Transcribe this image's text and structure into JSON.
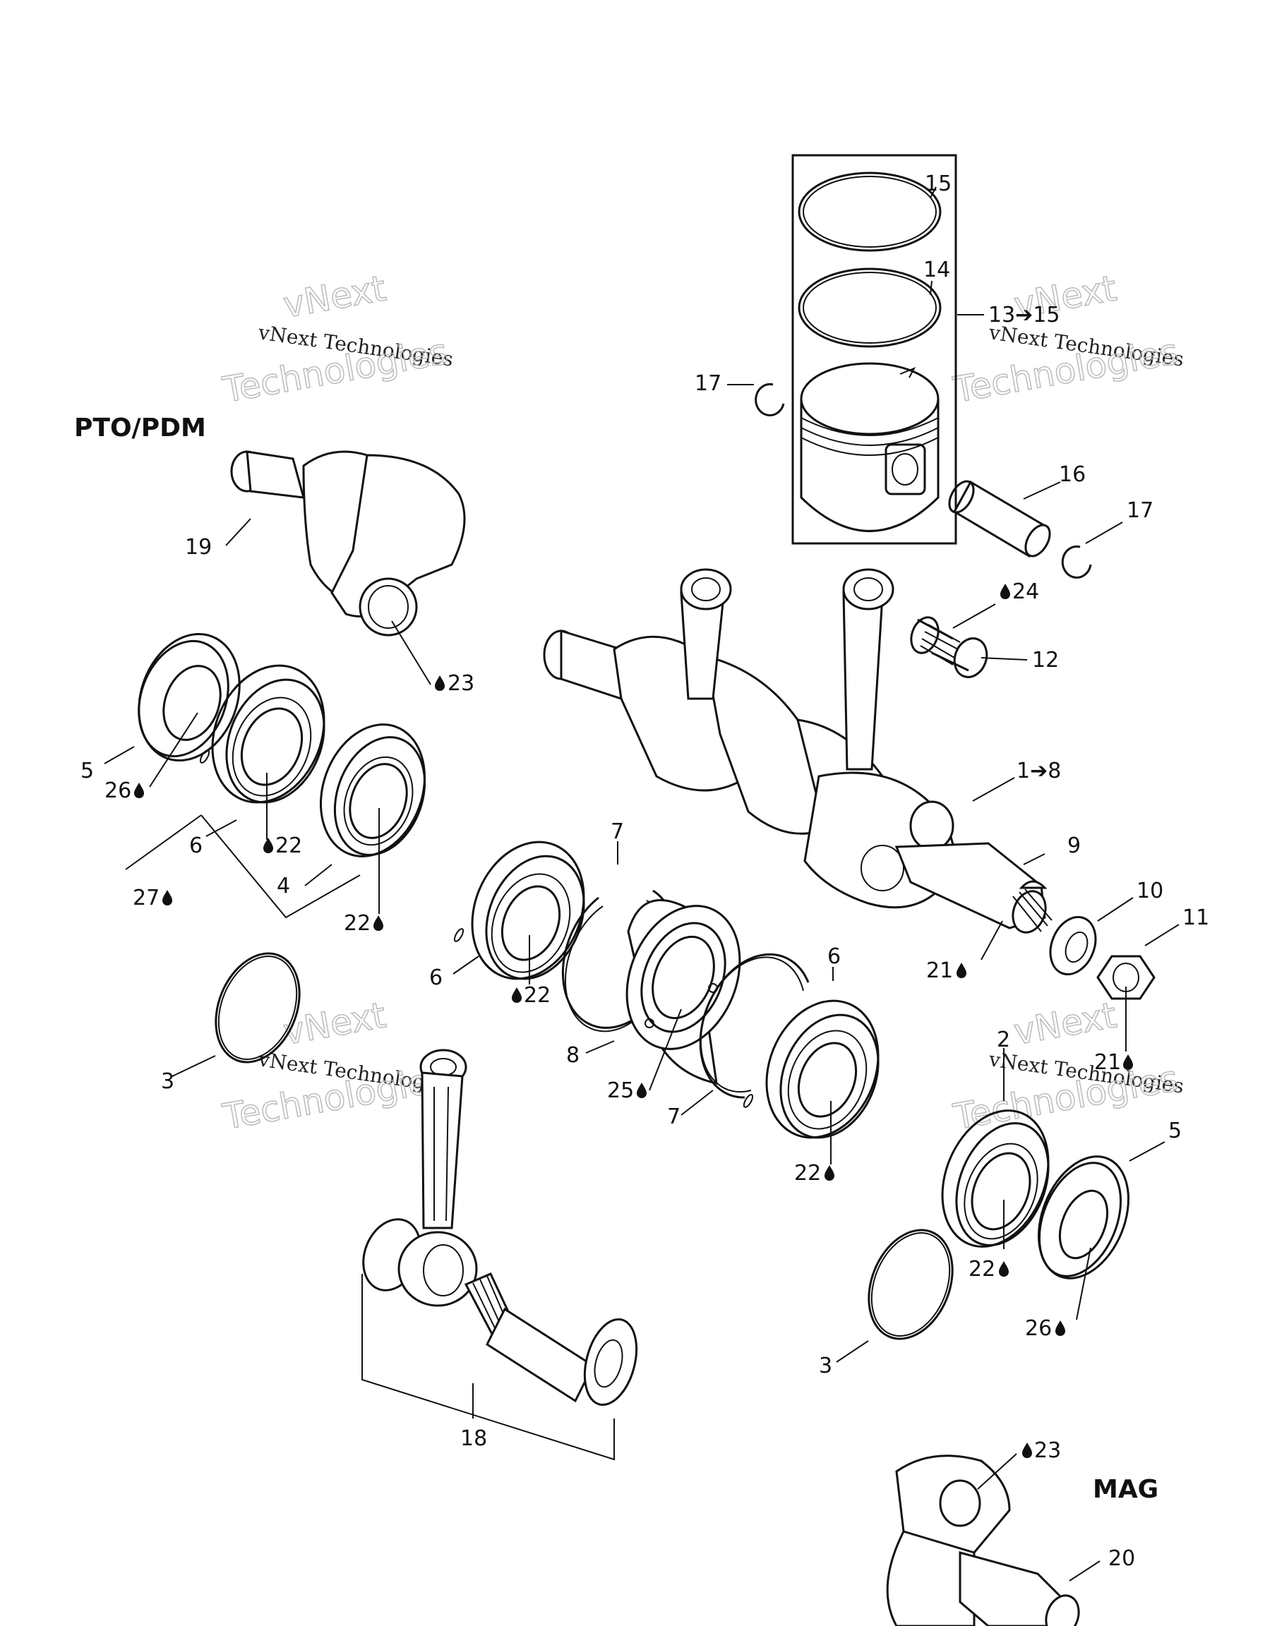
{
  "sections": {
    "pto": "PTO/PDM",
    "mag": "MAG"
  },
  "watermark": {
    "line1": "vNext Technologies",
    "line2": "vNext",
    "line3": "Technologies"
  },
  "callouts": {
    "c15": "15",
    "c14": "14",
    "c13": "13➔15",
    "c17a": "17",
    "c16": "16",
    "c17b": "17",
    "c19": "19",
    "c24": "24",
    "c12": "12",
    "c23a": "23",
    "c5a": "5",
    "c26a": "26",
    "c6a": "6",
    "c22a": "22",
    "c1": "1➔8",
    "c27": "27",
    "c4": "4",
    "c22b": "22",
    "c7a": "7",
    "c9": "9",
    "c10": "10",
    "c11": "11",
    "c6b": "6",
    "c22c": "22",
    "c21a": "21",
    "c6c": "6",
    "c8": "8",
    "c3a": "3",
    "c25": "25",
    "c7b": "7",
    "c21b": "21",
    "c2": "2",
    "c5b": "5",
    "c22d": "22",
    "c22e": "22",
    "c26b": "26",
    "c3b": "3",
    "c18": "18",
    "c23b": "23",
    "c20": "20"
  },
  "icons": {
    "lubricant": "oil-drop-icon"
  }
}
